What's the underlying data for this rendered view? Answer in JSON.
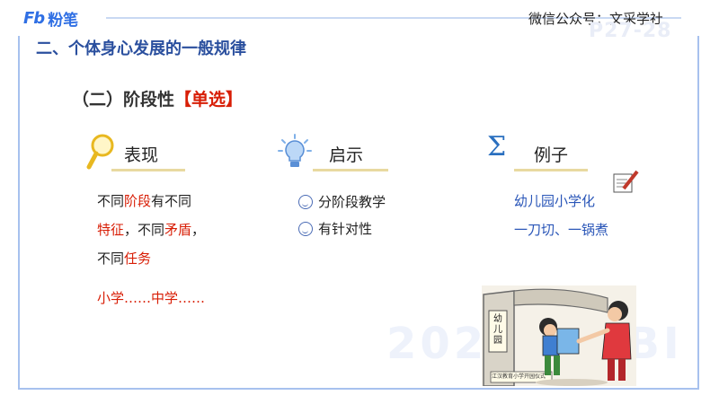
{
  "brand": {
    "logo_mark": "Fb",
    "logo_text": "粉笔"
  },
  "header": {
    "wechat": "微信公众号：文采学社",
    "page_ref": "P27-28"
  },
  "section_title": "二、个体身心发展的一般规律",
  "sub_title": {
    "text": "（二）阶段性",
    "tag": "【单选】"
  },
  "columns": [
    {
      "icon": "magnifier-icon",
      "label": "表现"
    },
    {
      "icon": "lightbulb-icon",
      "label": "启示"
    },
    {
      "icon": "sigma-icon",
      "label": "例子"
    }
  ],
  "manifestation": {
    "line1": [
      "不同",
      "阶段",
      "有不同"
    ],
    "line2": [
      "特征",
      "，不同",
      "矛盾",
      "，"
    ],
    "line3": [
      "不同",
      "任务"
    ],
    "example": "小学……中学……"
  },
  "implication": [
    "分阶段教学",
    "有针对性"
  ],
  "examples": [
    "幼儿园小学化",
    "一刀切、一锅煮"
  ],
  "illustration": {
    "sign_text": "幼儿园",
    "plaque_text": "江汉教育小学开园仪式"
  },
  "watermark": "2025FENBI",
  "colors": {
    "accent_red": "#d81e06",
    "title_blue": "#2a4f9e",
    "frame_blue": "#a7c1ee"
  }
}
